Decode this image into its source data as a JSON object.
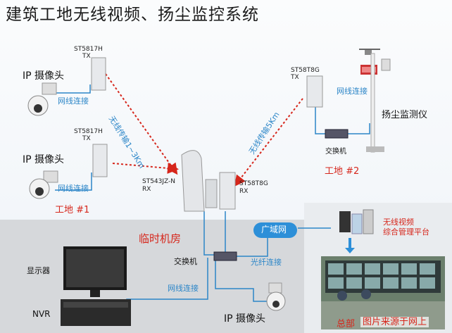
{
  "title": "建筑工地无线视频、扬尘监控系统",
  "labels": {
    "tx1_model": "ST5817H",
    "tx1_tx": "TX",
    "tx2_model": "ST5817H",
    "tx2_tx": "TX",
    "tx3_model": "ST58T8G",
    "tx3_tx": "TX",
    "rx1_model": "ST543JZ-N",
    "rx1_rx": "RX",
    "rx2_model": "ST58T8G",
    "rx2_rx": "RX",
    "cam1": "IP 摄像头",
    "cam2": "IP 摄像头",
    "cam3": "IP 摄像头",
    "net1": "网线连接",
    "net2": "网线连接",
    "net3": "网线连接",
    "net4": "网线连接",
    "wireless1": "无线传输1~3Km",
    "wireless2": "无线传输5Km",
    "site1": "工地 #1",
    "site2": "工地 #2",
    "dust": "扬尘监测仪",
    "switch_site": "交换机",
    "switch_room": "交换机",
    "room": "临时机房",
    "wan": "广域网",
    "fiber": "光纤连接",
    "platform_line1": "无线视频",
    "platform_line2": "综合管理平台",
    "monitor": "显示器",
    "nvr": "NVR",
    "center": "总部",
    "watermark": "图片来源于网上"
  },
  "colors": {
    "title": "#1b1b1b",
    "accent_red": "#d6261b",
    "link_blue": "#2c86c8",
    "wan_blue": "#2d8fd8",
    "room_bg": "#d6d8db"
  }
}
